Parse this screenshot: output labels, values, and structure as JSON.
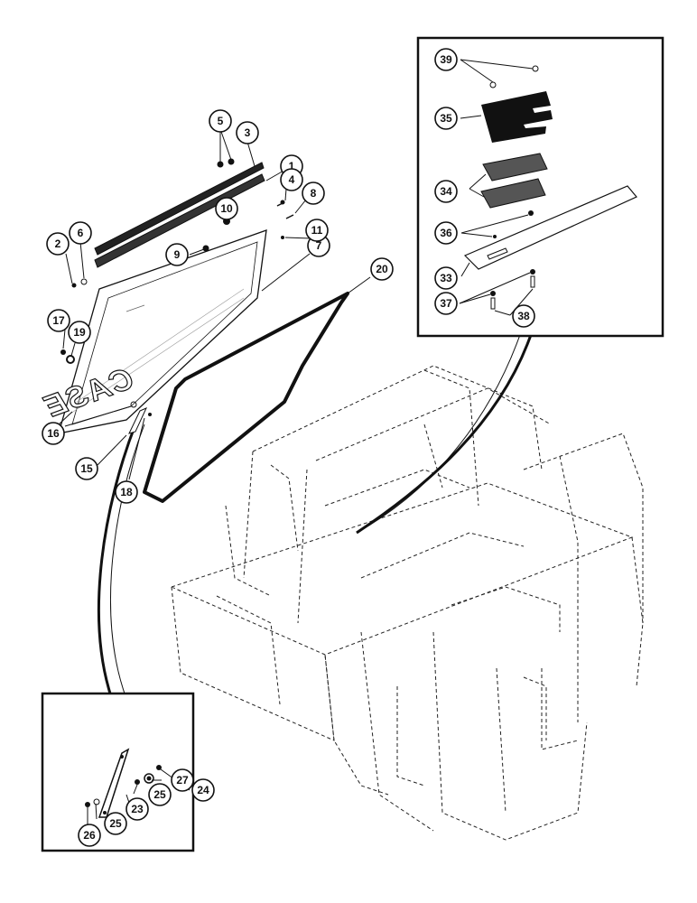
{
  "logo": {
    "text": "CASE"
  },
  "callouts": {
    "c1": "1",
    "c2": "2",
    "c3": "3",
    "c4": "4",
    "c5": "5",
    "c6": "6",
    "c7": "7",
    "c8": "8",
    "c9": "9",
    "c10": "10",
    "c11": "11",
    "c15": "15",
    "c16": "16",
    "c17": "17",
    "c18": "18",
    "c19": "19",
    "c20": "20",
    "c23": "23",
    "c24": "24",
    "c25a": "25",
    "c25b": "25",
    "c26": "26",
    "c27": "27",
    "c33": "33",
    "c34": "34",
    "c35": "35",
    "c36": "36",
    "c37": "37",
    "c38": "38",
    "c39": "39"
  }
}
